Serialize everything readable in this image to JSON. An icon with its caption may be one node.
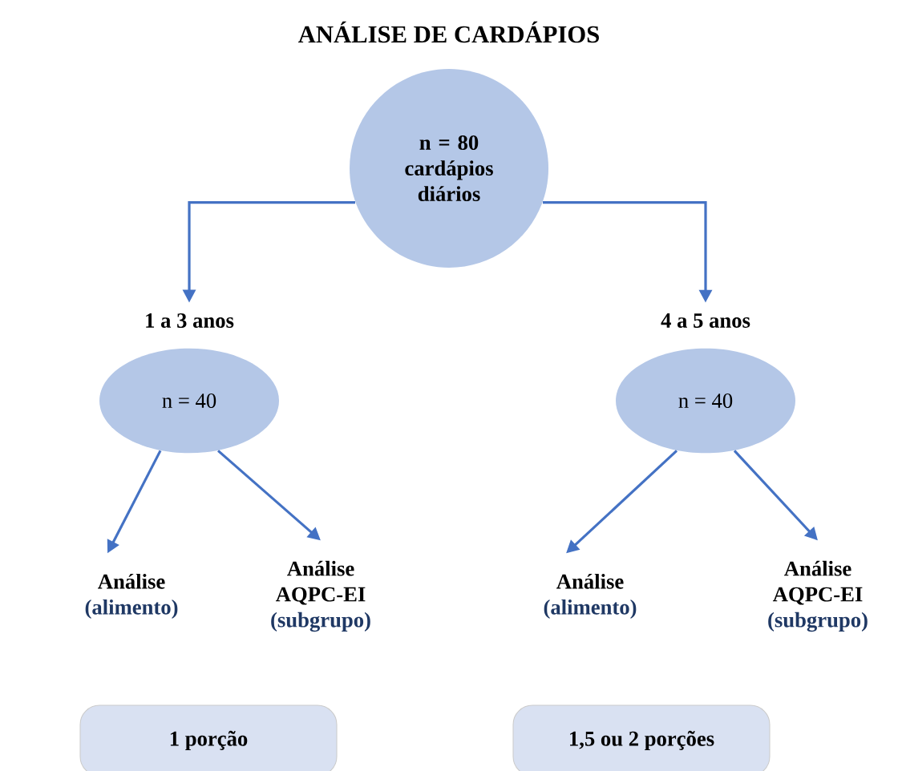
{
  "diagram": {
    "title": "ANÁLISE DE CARDÁPIOS",
    "nodes": [
      {
        "text": [
          "n = 80 cardápios diários"
        ]
      },
      {
        "text": [
          "1 a 3 anos",
          "n = 40"
        ]
      },
      {
        "text": [
          "4 a 5 anos",
          "n = 40"
        ]
      },
      {
        "text": [
          "Análise",
          "(alimento)"
        ]
      },
      {
        "text": [
          "Análise AQPC-EI",
          "(subgrupo)"
        ]
      },
      {
        "text": [
          "Análise",
          "(alimento)"
        ]
      },
      {
        "text": [
          "Análise AQPC-EI",
          "(subgrupo)"
        ]
      },
      {
        "text": [
          "1 porção"
        ]
      },
      {
        "text": [
          "1,5 ou 2 porções"
        ]
      }
    ],
    "edges": [
      {
        "from": 0,
        "to": 1,
        "arrow": "to"
      },
      {
        "from": 0,
        "to": 2,
        "arrow": "to"
      },
      {
        "from": 1,
        "to": 3,
        "arrow": "to"
      },
      {
        "from": 1,
        "to": 4,
        "arrow": "to"
      },
      {
        "from": 2,
        "to": 5,
        "arrow": "to"
      },
      {
        "from": 2,
        "to": 6,
        "arrow": "to"
      }
    ]
  }
}
